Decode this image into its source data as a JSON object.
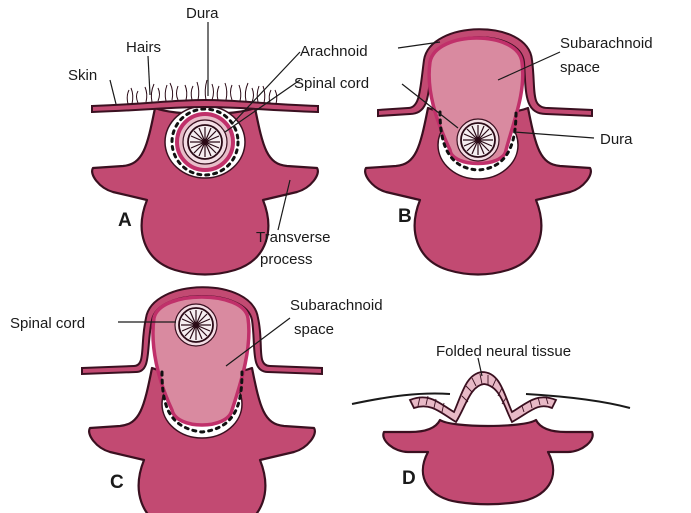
{
  "labels": {
    "skin": "Skin",
    "hairs": "Hairs",
    "dura_a": "Dura",
    "arachnoid": "Arachnoid",
    "spinal_cord_a": "Spinal cord",
    "subarachnoid_b_1": "Subarachnoid",
    "subarachnoid_b_2": "space",
    "dura_b": "Dura",
    "transverse_1": "Transverse",
    "transverse_2": "process",
    "spinal_cord_c": "Spinal cord",
    "subarachnoid_c_1": "Subarachnoid",
    "subarachnoid_c_2": "space",
    "folded_neural": "Folded neural tissue"
  },
  "panels": {
    "a": "A",
    "b": "B",
    "c": "C",
    "d": "D"
  },
  "colors": {
    "tissue": "#c24a72",
    "sac": "#d98aa0",
    "dura_line": "#c0306a",
    "neural_tissue": "#e8b9c6"
  }
}
